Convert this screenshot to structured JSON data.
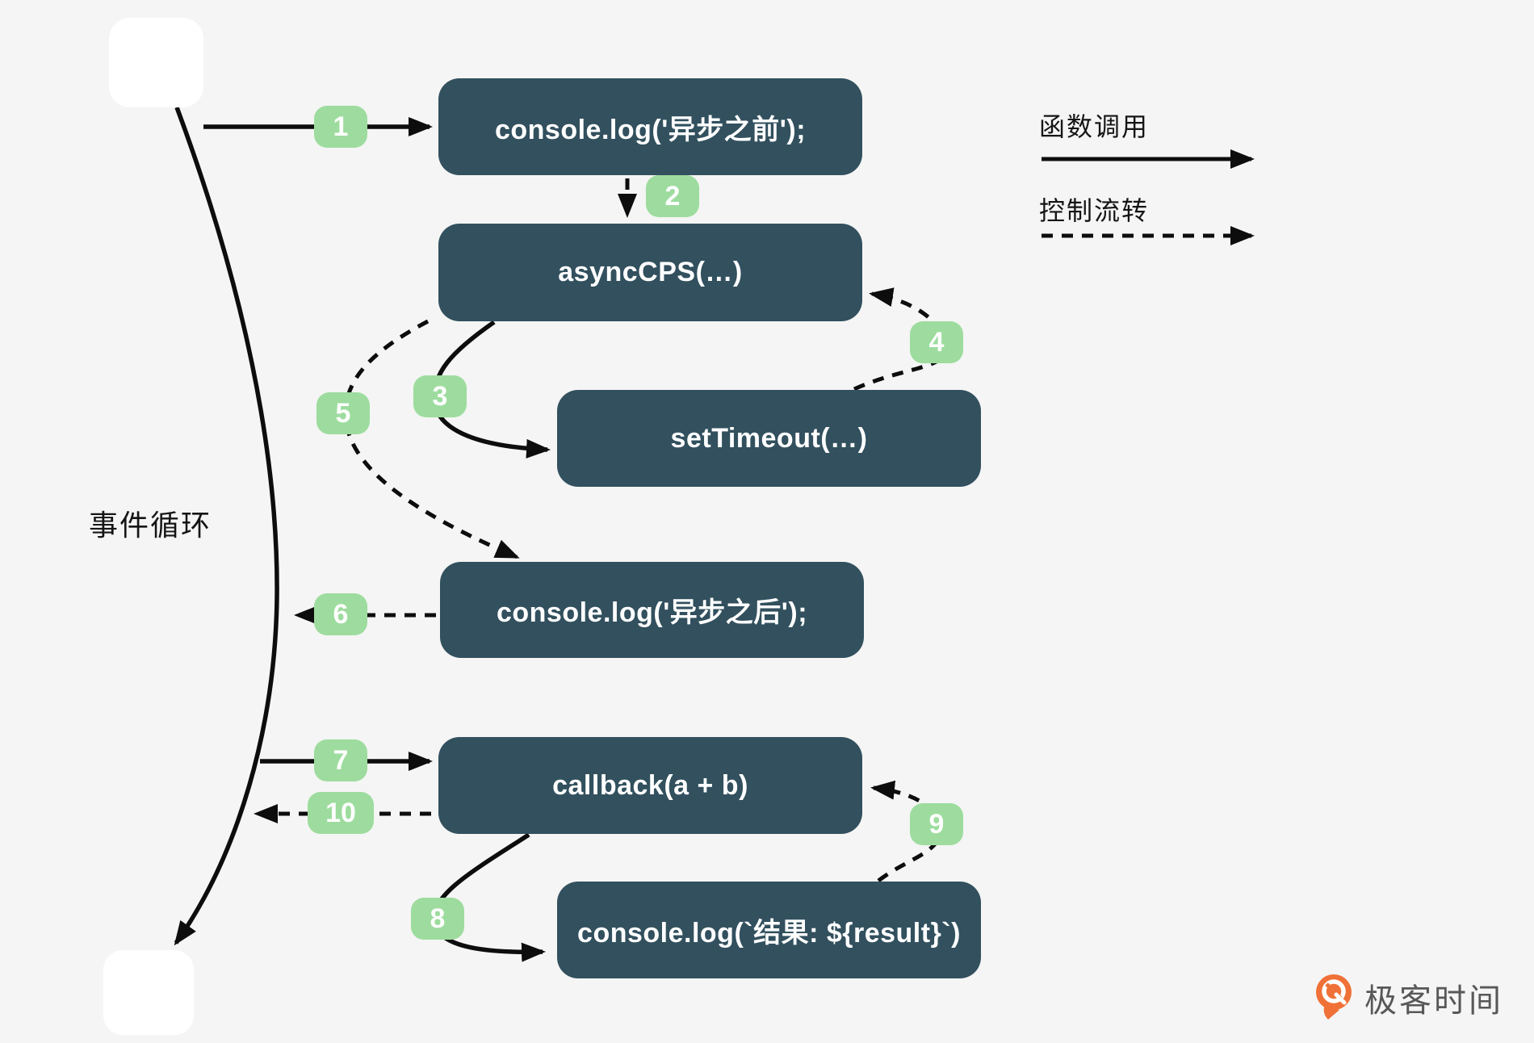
{
  "event_loop": {
    "label": "事件循环"
  },
  "nodes": {
    "log_before": {
      "label": "console.log('异步之前');"
    },
    "async_cps": {
      "label": "asyncCPS(…)"
    },
    "set_timeout": {
      "label": "setTimeout(…)"
    },
    "log_after": {
      "label": "console.log('异步之后');"
    },
    "callback": {
      "label": "callback(a + b)"
    },
    "log_result": {
      "label": "console.log(`结果: ${result}`)"
    }
  },
  "badges": {
    "n1": "1",
    "n2": "2",
    "n3": "3",
    "n4": "4",
    "n5": "5",
    "n6": "6",
    "n7": "7",
    "n8": "8",
    "n9": "9",
    "n10": "10"
  },
  "legend": {
    "function_call_label": "函数调用",
    "control_flow_label": "控制流转"
  },
  "watermark": {
    "brand": "极客时间"
  },
  "colors": {
    "canvas_background": "#f4f5f4",
    "node_background": "#32505e",
    "node_text": "#ffffff",
    "badge_background": "#9ddc9e",
    "badge_text": "#ffffff",
    "arrow": "#0d0d0d",
    "endpoint_background": "#ffffff",
    "logo_orange": "#f07137",
    "watermark_text": "#585858"
  }
}
